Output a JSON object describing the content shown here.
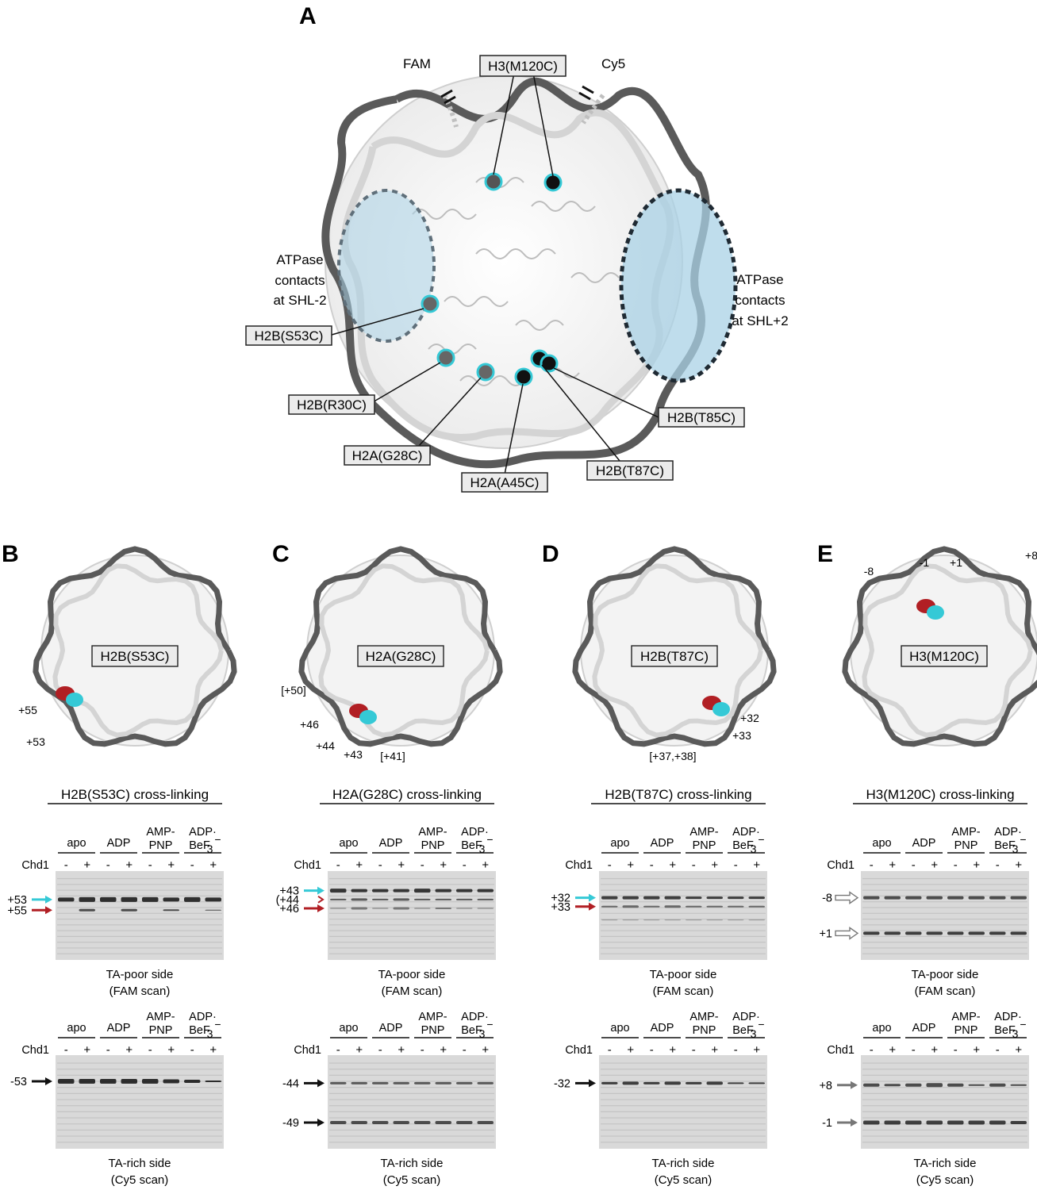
{
  "panel_A": {
    "letter": "A",
    "fluor_left": "FAM",
    "fluor_right": "Cy5",
    "top_site": "H3(M120C)",
    "atpase_left": [
      "ATPase",
      "contacts",
      "at SHL-2"
    ],
    "atpase_right": [
      "ATPase",
      "contacts",
      "at SHL+2"
    ],
    "sites": [
      "H2B(S53C)",
      "H2B(R30C)",
      "H2A(G28C)",
      "H2A(A45C)",
      "H2B(T87C)",
      "H2B(T85C)"
    ]
  },
  "panels": [
    {
      "letter": "B",
      "site": "H2B(S53C)",
      "struct_labels": [
        "+55",
        "+53"
      ],
      "title": "H2B(S53C) cross-linking",
      "top_markers": [
        "+53",
        "+55"
      ],
      "bottom_markers": [
        "-53"
      ]
    },
    {
      "letter": "C",
      "site": "H2A(G28C)",
      "struct_labels": [
        "[+50]",
        "+46",
        "+44",
        "+43",
        "[+41]"
      ],
      "title": "H2A(G28C) cross-linking",
      "top_markers": [
        "+43",
        "(+44",
        "+46"
      ],
      "bottom_markers": [
        "-44",
        "-49"
      ]
    },
    {
      "letter": "D",
      "site": "H2B(T87C)",
      "struct_labels": [
        "+32",
        "+33",
        "[+37,+38]"
      ],
      "title": "H2B(T87C) cross-linking",
      "top_markers": [
        "+32",
        "+33"
      ],
      "bottom_markers": [
        "-32"
      ]
    },
    {
      "letter": "E",
      "site": "H3(M120C)",
      "struct_labels": [
        "-8",
        "-1",
        "+1",
        "+8"
      ],
      "title": "H3(M120C) cross-linking",
      "top_markers": [
        "-8",
        "+1"
      ],
      "bottom_markers": [
        "+8",
        "-1"
      ]
    }
  ],
  "gel": {
    "conditions": [
      "apo",
      "ADP",
      "AMP-",
      "PNP",
      "ADP·",
      "BeF",
      "3",
      "−"
    ],
    "chd1_label": "Chd1",
    "minus": "-",
    "plus": "+",
    "caption_top": [
      "TA-poor side",
      "(FAM scan)"
    ],
    "caption_bottom": [
      "TA-rich side",
      "(Cy5 scan)"
    ]
  },
  "colors": {
    "cyan": "#35c9d6",
    "red": "#b11f24",
    "dna_dark": "#5a5a5a",
    "dna_light": "#d4d4d4",
    "atpase": "#a9d1e6"
  }
}
